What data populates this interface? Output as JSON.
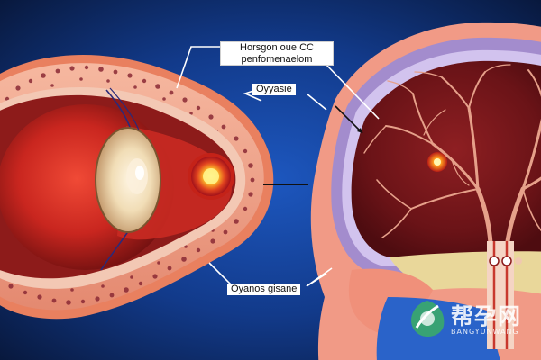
{
  "labels": {
    "top_line1": "Horsgon oue CC",
    "top_line2": "penfomenaelom",
    "middle": "Oyyasie",
    "bottom": "Oyanos gisane"
  },
  "watermark": {
    "chinese": "帮孕网",
    "english": "BANGYUNWANG",
    "icon": "leaf-logo-icon"
  },
  "colors": {
    "background_center": "#1c53b8",
    "background_edge": "#081637",
    "tissue_pink": "#f2a48e",
    "tissue_dark_red": "#8a1f1a",
    "follicle_core": "#ffd23c",
    "membrane_purple": "#9a86c8",
    "vein_color": "#e6a08a"
  }
}
